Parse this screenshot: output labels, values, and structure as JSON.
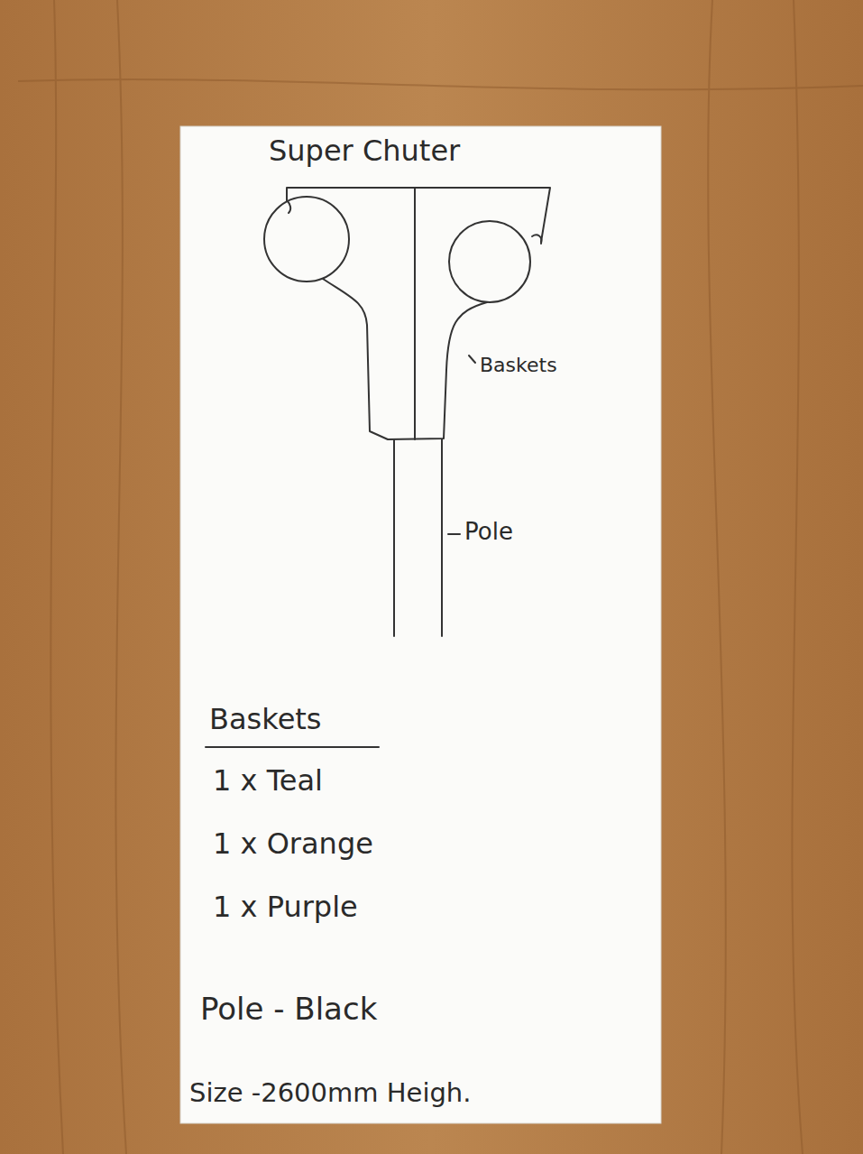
{
  "diagram": {
    "title": "Super Chuter",
    "labels": [
      "Baskets",
      "Pole",
      "Baskets",
      "1 x Teal",
      "1 x Orange",
      "1 x Purple",
      "Pole - Black",
      "Size -2600mm Heigh."
    ]
  }
}
